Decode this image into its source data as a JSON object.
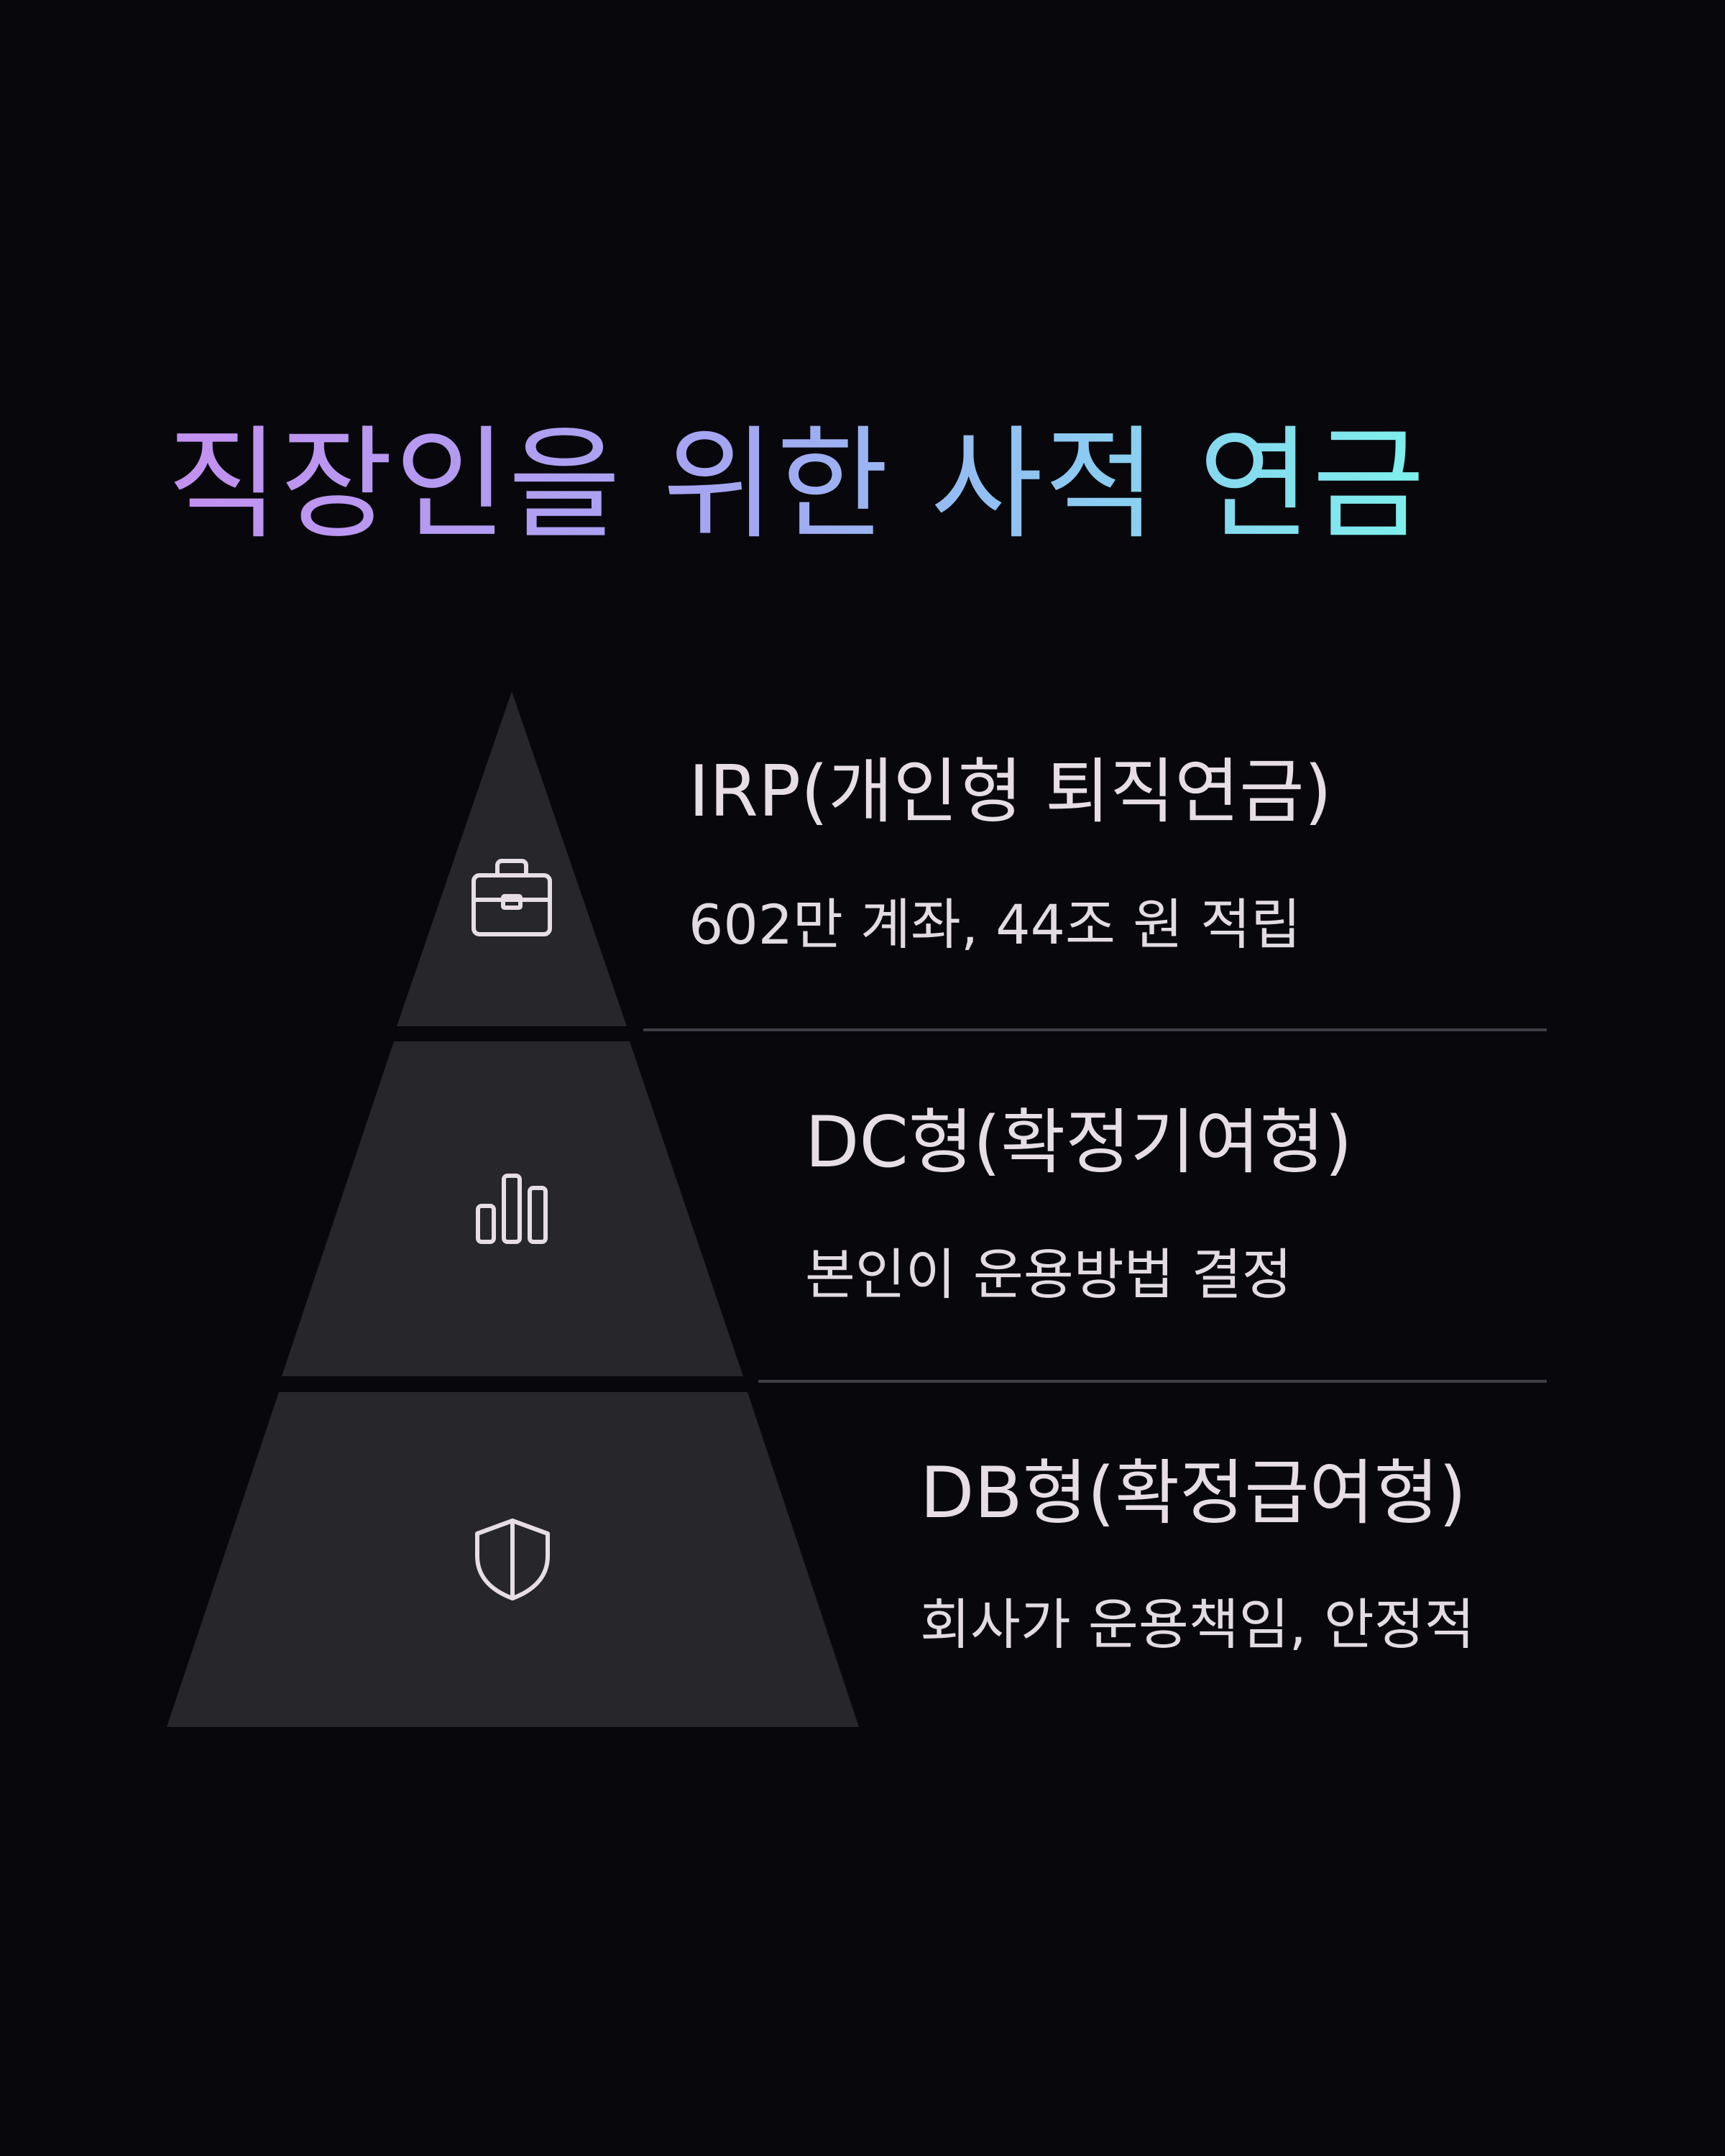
{
  "title": "직장인을 위한 사적 연금",
  "colors": {
    "background": "#08080c",
    "pyramid_fill": "#26262b",
    "text": "#e6dde5",
    "divider": "#3e3e46",
    "title_gradient": [
      "#c490f0",
      "#a4a6f2",
      "#8ec6f2",
      "#7df0ec"
    ]
  },
  "tiers": [
    {
      "heading": "IRP(개인형 퇴직연금)",
      "description": "602만 계좌, 44조 원 적립",
      "icon": "briefcase-icon"
    },
    {
      "heading": "DC형(확정기여형)",
      "description": "본인이 운용방법 결정",
      "icon": "bar-chart-icon"
    },
    {
      "heading": "DB형(확정급여형)",
      "description": "회사가 운용책임, 안정적",
      "icon": "shield-icon"
    }
  ]
}
